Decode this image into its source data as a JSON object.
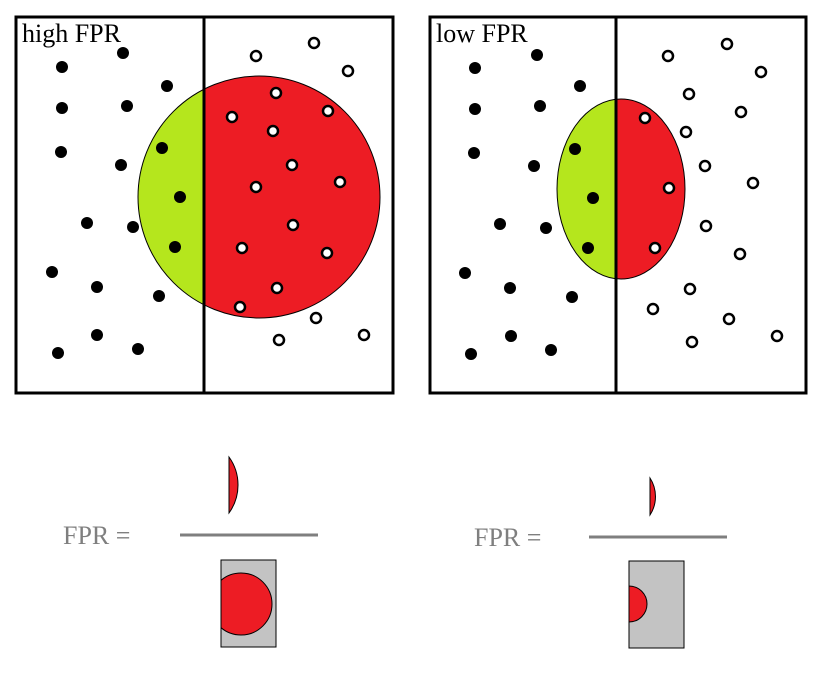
{
  "colors": {
    "negative_dot": "#000000",
    "positive_dot_fill": "#ffffff",
    "true_positive_region": "#b5e61d",
    "false_positive_region": "#ed1c24",
    "denominator_box": "#c3c3c3",
    "formula_text": "#7f7f7f",
    "fraction_bar": "#7f7f7f"
  },
  "panels": [
    {
      "title": "high FPR",
      "formula": {
        "label": "FPR ="
      }
    },
    {
      "title": "low FPR",
      "formula": {
        "label": "FPR ="
      }
    }
  ]
}
